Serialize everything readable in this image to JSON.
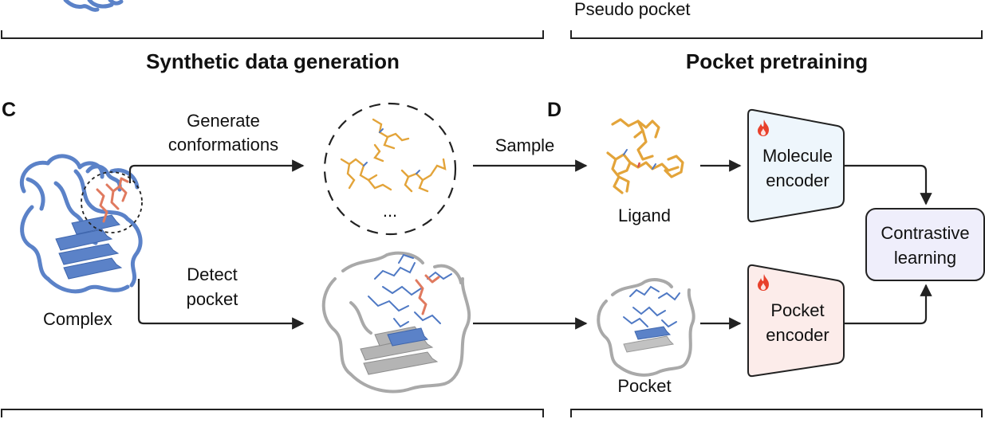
{
  "top": {
    "pseudo_pocket_label": "Pseudo pocket"
  },
  "sections": {
    "left_title": "Synthetic data generation",
    "right_title": "Pocket pretraining"
  },
  "panels": {
    "c_label": "C",
    "d_label": "D"
  },
  "panel_c": {
    "generate_line1": "Generate",
    "generate_line2": "conformations",
    "detect_line1": "Detect",
    "detect_line2": "pocket",
    "complex_label": "Complex",
    "ellipsis": "..."
  },
  "panel_d": {
    "sample_label": "Sample",
    "ligand_label": "Ligand",
    "pocket_label": "Pocket",
    "molecule_encoder_line1": "Molecule",
    "molecule_encoder_line2": "encoder",
    "pocket_encoder_line1": "Pocket",
    "pocket_encoder_line2": "encoder",
    "contrastive_line1": "Contrastive",
    "contrastive_line2": "learning"
  },
  "colors": {
    "protein_blue": "#5b82c8",
    "protein_grey": "#b4b4b4",
    "ligand_orange": "#e3a43a",
    "molecule_encoder_fill": "#eef6fc",
    "pocket_encoder_fill": "#fcecea",
    "contrastive_fill": "#efeefb",
    "flame_red": "#e8412c"
  },
  "icons": [
    "flame-icon",
    "arrow-icon"
  ]
}
